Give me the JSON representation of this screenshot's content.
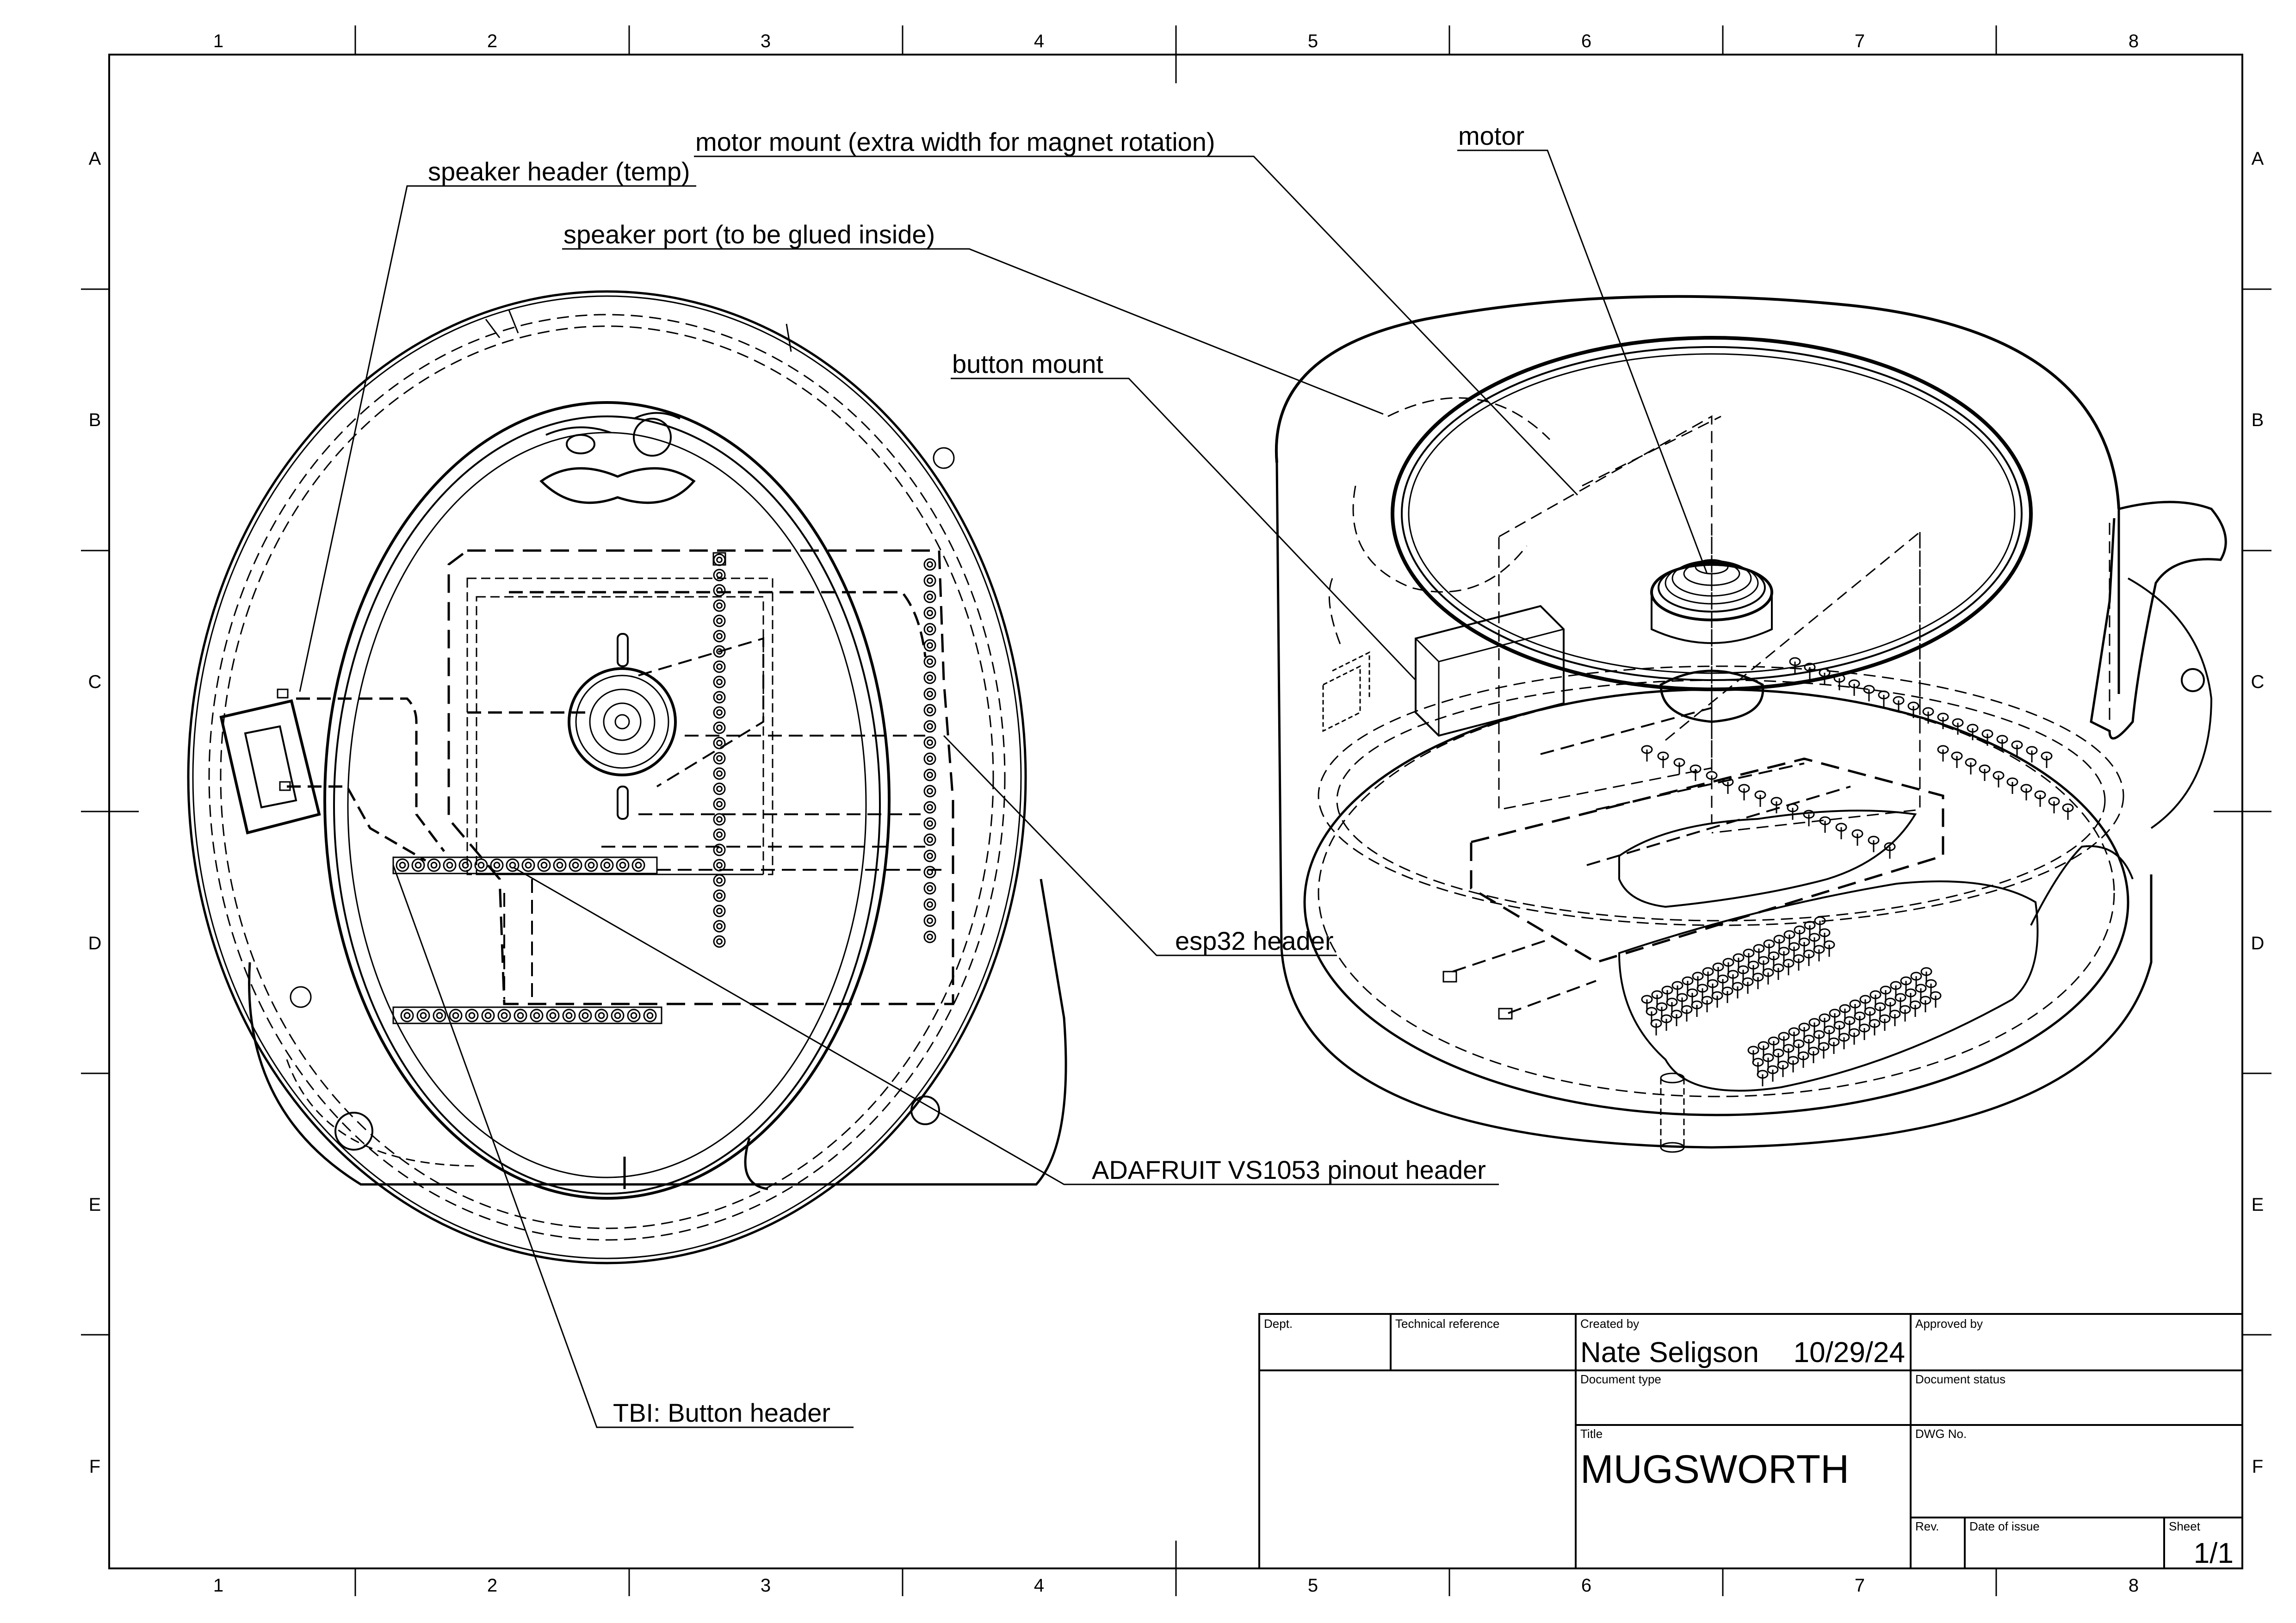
{
  "grid": {
    "columns": [
      "1",
      "2",
      "3",
      "4",
      "5",
      "6",
      "7",
      "8"
    ],
    "rows": [
      "A",
      "B",
      "C",
      "D",
      "E",
      "F"
    ]
  },
  "callouts": {
    "speaker_header": "speaker header (temp)",
    "motor_mount": "motor mount (extra width for magnet rotation)",
    "speaker_port": "speaker port (to be glued inside)",
    "button_mount": "button mount",
    "motor": "motor",
    "esp32_header": "esp32 header",
    "vs1053_header": "ADAFRUIT VS1053 pinout header",
    "button_header": "TBI: Button header"
  },
  "title_block": {
    "dept_label": "Dept.",
    "tech_ref_label": "Technical reference",
    "created_by_label": "Created by",
    "created_by": "Nate Seligson",
    "created_date": "10/29/24",
    "approved_by_label": "Approved by",
    "doc_type_label": "Document type",
    "doc_status_label": "Document status",
    "title_label": "Title",
    "title": "MUGSWORTH",
    "dwg_no_label": "DWG No.",
    "rev_label": "Rev.",
    "date_of_issue_label": "Date of issue",
    "sheet_label": "Sheet",
    "sheet": "1/1"
  }
}
